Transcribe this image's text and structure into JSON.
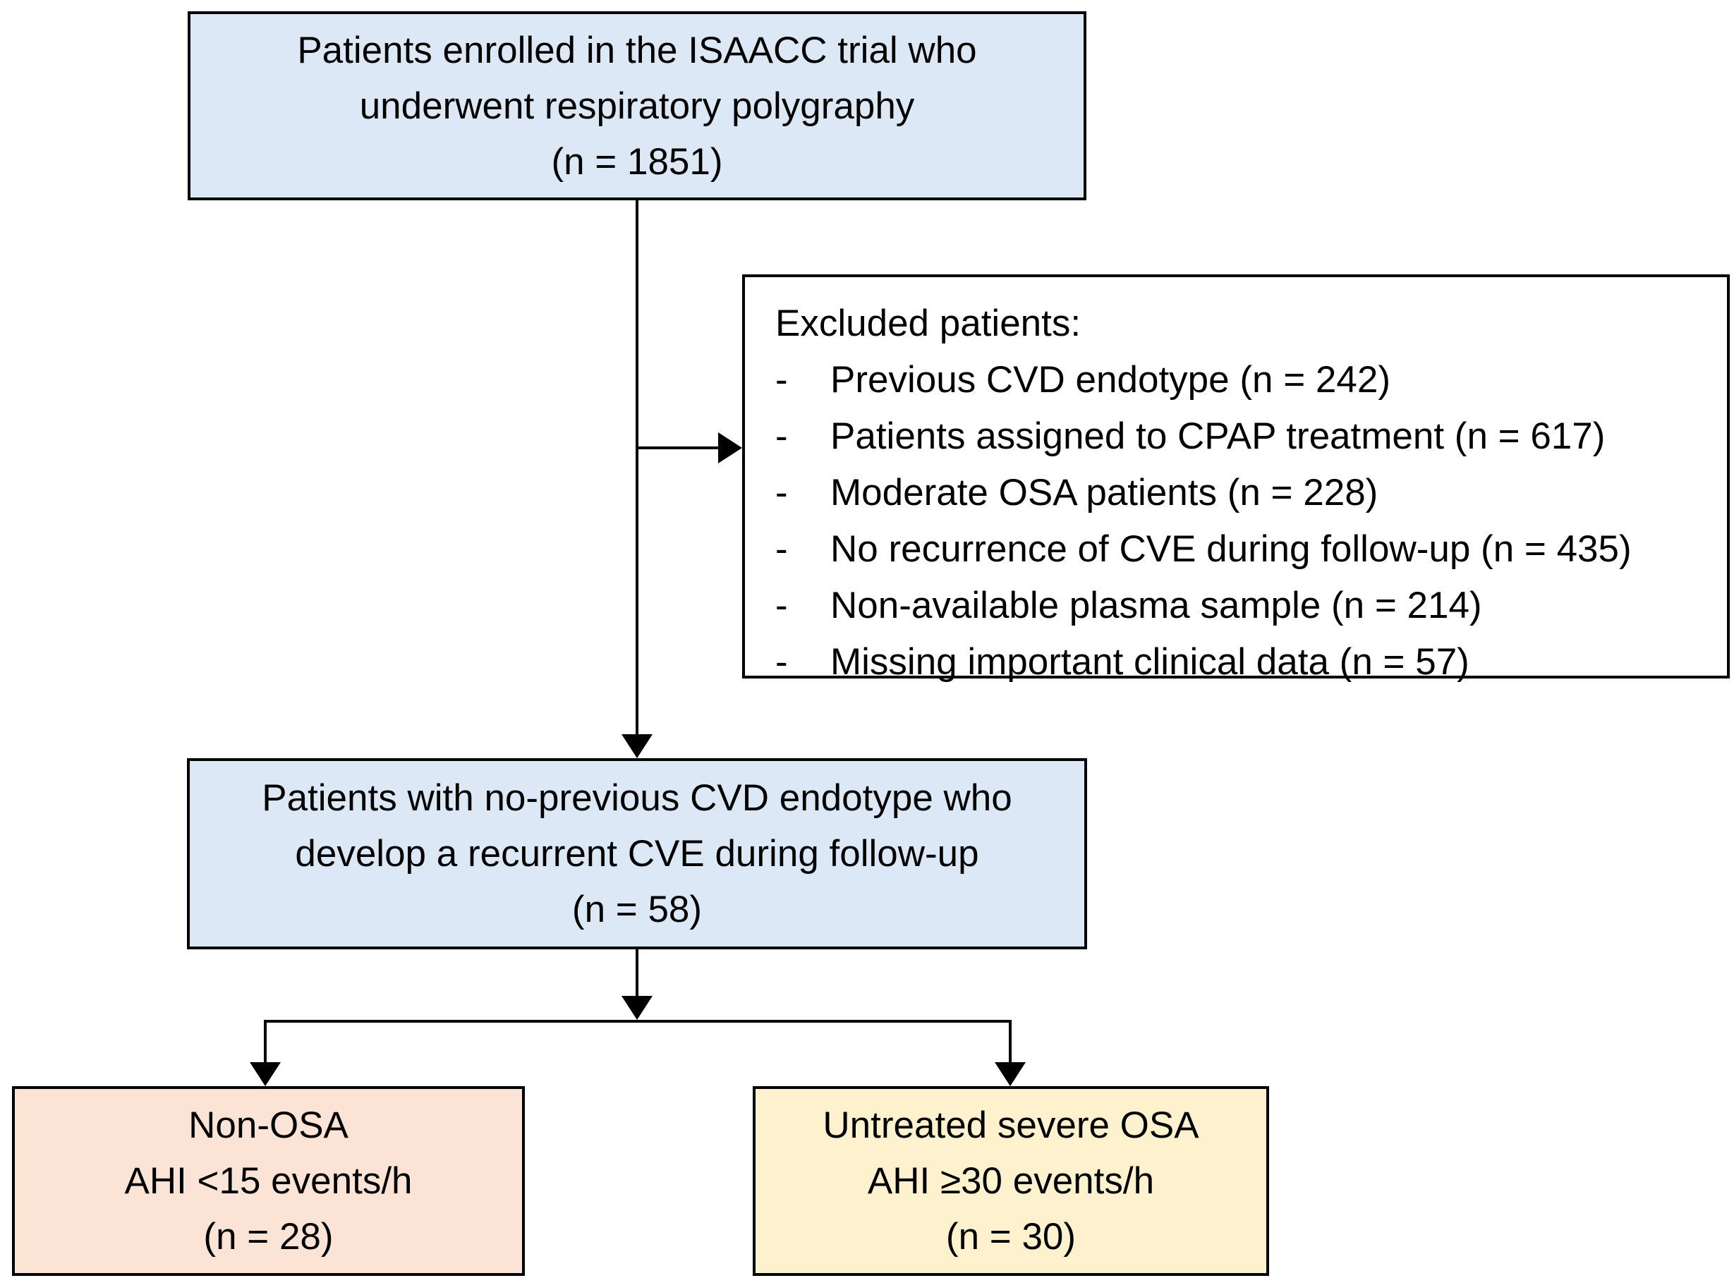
{
  "diagram": {
    "boxes": {
      "enrolled": {
        "lines": [
          "Patients enrolled in the ISAACC trial who",
          "underwent respiratory polygraphy",
          "(n = 1851)"
        ],
        "fill": "#dce8f5"
      },
      "excluded": {
        "title": "Excluded patients:",
        "bullet": "-",
        "items": [
          "Previous CVD endotype (n = 242)",
          "Patients assigned to CPAP treatment (n = 617)",
          "Moderate OSA patients (n = 228)",
          "No recurrence of CVE during follow-up (n = 435)",
          "Non-available plasma sample (n = 214)",
          "Missing important clinical data (n = 57)"
        ],
        "fill": "#ffffff"
      },
      "cohort": {
        "lines": [
          "Patients with no-previous CVD endotype who",
          "develop a recurrent CVE during follow-up",
          "(n = 58)"
        ],
        "fill": "#dce8f5"
      },
      "non_osa": {
        "lines": [
          "Non-OSA",
          "AHI <15 events/h",
          "(n = 28)"
        ],
        "fill": "#fbe4d6"
      },
      "severe_osa": {
        "lines": [
          "Untreated severe OSA",
          "AHI ≥30 events/h",
          "(n = 30)"
        ],
        "fill": "#fdf2cd"
      }
    },
    "colors": {
      "line": "#000000",
      "background": "#ffffff"
    }
  }
}
